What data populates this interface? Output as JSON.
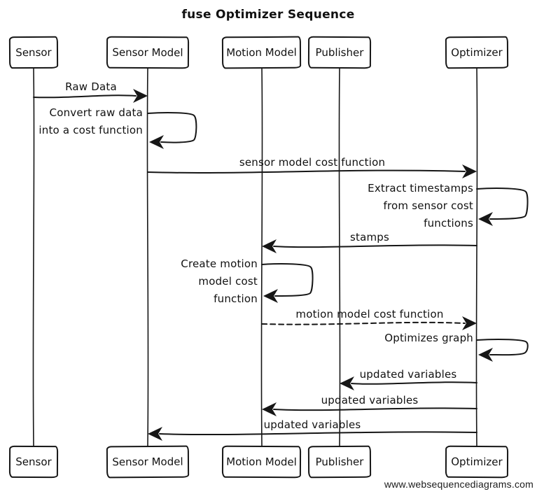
{
  "title": "fuse Optimizer Sequence",
  "watermark": "www.websequencediagrams.com",
  "colors": {
    "ink": "#111111",
    "background": "#ffffff"
  },
  "participants": [
    {
      "name": "Sensor"
    },
    {
      "name": "Sensor Model"
    },
    {
      "name": "Motion Model"
    },
    {
      "name": "Publisher"
    },
    {
      "name": "Optimizer"
    }
  ],
  "messages": [
    {
      "from": "Sensor",
      "to": "Sensor Model",
      "label": "Raw Data",
      "line": "solid"
    },
    {
      "from": "Sensor Model",
      "to": "Sensor Model",
      "label": "Convert raw data into a cost function",
      "line": "self"
    },
    {
      "from": "Sensor Model",
      "to": "Optimizer",
      "label": "sensor model cost function",
      "line": "solid"
    },
    {
      "from": "Optimizer",
      "to": "Optimizer",
      "label": "Extract timestamps from sensor cost functions",
      "line": "self"
    },
    {
      "from": "Optimizer",
      "to": "Motion Model",
      "label": "stamps",
      "line": "solid"
    },
    {
      "from": "Motion Model",
      "to": "Motion Model",
      "label": "Create motion model cost function",
      "line": "self"
    },
    {
      "from": "Motion Model",
      "to": "Optimizer",
      "label": "motion model cost function",
      "line": "dashed"
    },
    {
      "from": "Optimizer",
      "to": "Optimizer",
      "label": "Optimizes graph",
      "line": "self"
    },
    {
      "from": "Optimizer",
      "to": "Publisher",
      "label": "updated variables",
      "line": "solid"
    },
    {
      "from": "Optimizer",
      "to": "Motion Model",
      "label": "updated variables",
      "line": "solid"
    },
    {
      "from": "Optimizer",
      "to": "Sensor Model",
      "label": "updated variables",
      "line": "solid"
    }
  ]
}
